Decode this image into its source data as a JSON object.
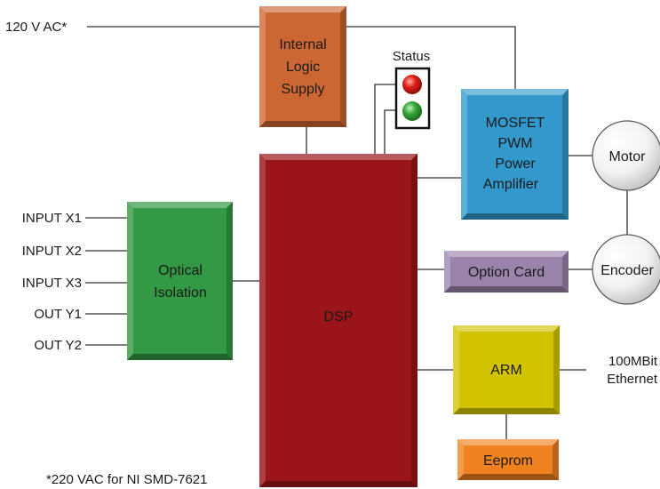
{
  "supply_label": "120 V AC*",
  "status_label": "Status",
  "footnote": "*220 VAC for NI SMD-7621",
  "inputs": [
    "INPUT X1",
    "INPUT X2",
    "INPUT X3",
    "OUT Y1",
    "OUT Y2"
  ],
  "blocks": {
    "logic_supply": [
      "Internal",
      "Logic",
      "Supply"
    ],
    "mosfet": [
      "MOSFET",
      "PWM",
      "Power",
      "Amplifier"
    ],
    "optical": [
      "Optical",
      "Isolation"
    ],
    "dsp": "DSP",
    "option_card": "Option Card",
    "arm": "ARM",
    "eeprom": "Eeprom",
    "motor": "Motor",
    "encoder": "Encoder"
  },
  "ethernet": [
    "100MBit",
    "Ethernet"
  ],
  "colors": {
    "logic_supply": "#cc6633",
    "mosfet": "#3399cc",
    "optical": "#339944",
    "dsp": "#9b1419",
    "option_card": "#9a84ac",
    "arm": "#d1c300",
    "eeprom": "#f0811f",
    "led_red": "#e0201a",
    "led_green": "#3aa83a"
  }
}
